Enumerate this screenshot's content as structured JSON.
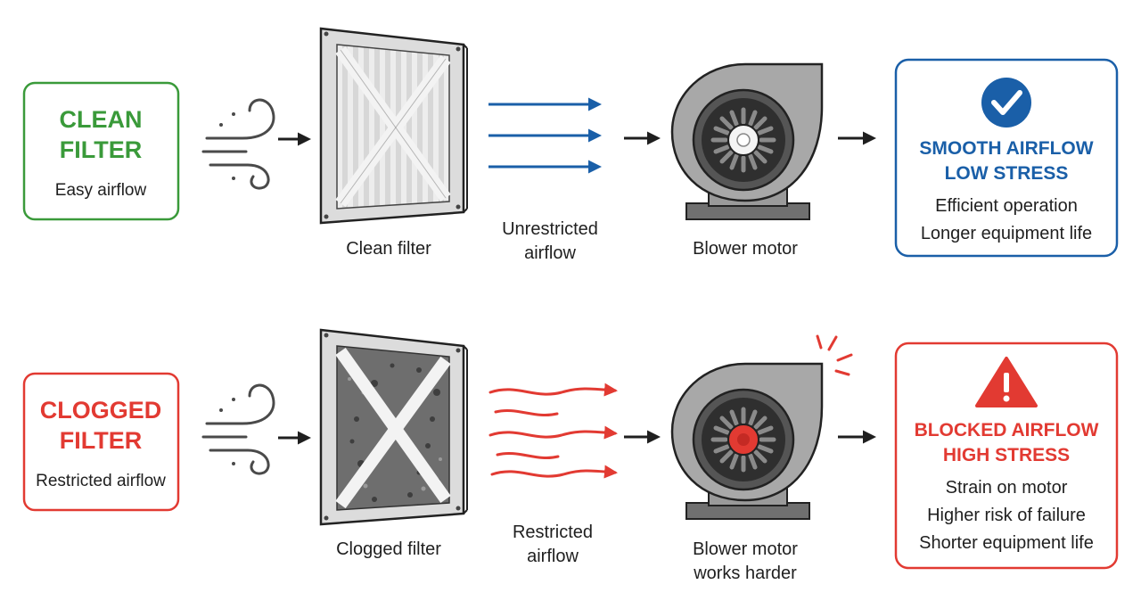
{
  "colors": {
    "clean_green": "#3a9a3a",
    "clogged_red": "#e23a32",
    "smooth_blue": "#1a5fa8",
    "ink": "#1f1f1f"
  },
  "rows": [
    {
      "state": {
        "title_line1": "CLEAN",
        "title_line2": "FILTER",
        "subtitle": "Easy airflow"
      },
      "filter": {
        "label": "Clean filter",
        "variant": "clean"
      },
      "airflow": {
        "label_line1": "Unrestricted",
        "label_line2": "airflow",
        "style": "straight-blue-arrows"
      },
      "motor": {
        "label_line1": "Blower motor",
        "label_line2": "",
        "hub": "white"
      },
      "result": {
        "icon": "check-circle-icon",
        "title_line1": "SMOOTH AIRFLOW",
        "title_line2": "LOW STRESS",
        "items": [
          "Efficient operation",
          "Longer equipment life"
        ]
      }
    },
    {
      "state": {
        "title_line1": "CLOGGED",
        "title_line2": "FILTER",
        "subtitle": "Restricted airflow"
      },
      "filter": {
        "label": "Clogged filter",
        "variant": "clogged"
      },
      "airflow": {
        "label_line1": "Restricted",
        "label_line2": "airflow",
        "style": "wavy-red-arrows"
      },
      "motor": {
        "label_line1": "Blower motor",
        "label_line2": "works harder",
        "hub": "red"
      },
      "result": {
        "icon": "warning-triangle-icon",
        "title_line1": "BLOCKED AIRFLOW",
        "title_line2": "HIGH STRESS",
        "items": [
          "Strain on motor",
          "Higher risk of failure",
          "Shorter equipment life"
        ]
      }
    }
  ]
}
